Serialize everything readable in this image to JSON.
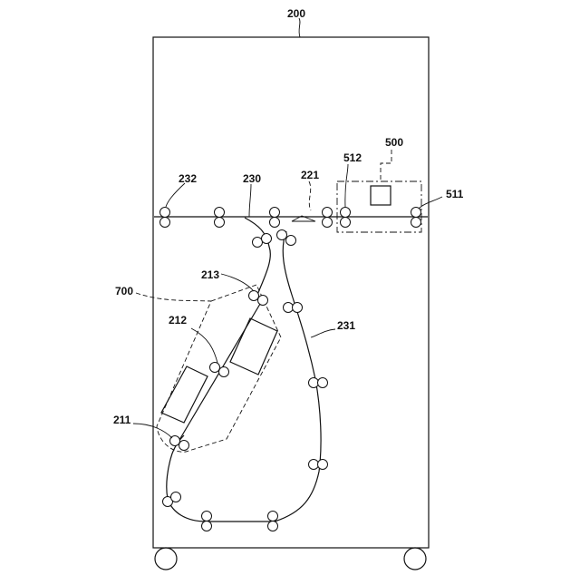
{
  "labels": {
    "device": "200",
    "module_500": "500",
    "roller_512": "512",
    "roller_511": "511",
    "path_232": "232",
    "path_230": "230",
    "gate_221": "221",
    "unit_700": "700",
    "roller_213": "213",
    "roller_212": "212",
    "roller_211": "211",
    "path_231": "231"
  },
  "colors": {
    "line": "#111111",
    "background": "#ffffff"
  }
}
